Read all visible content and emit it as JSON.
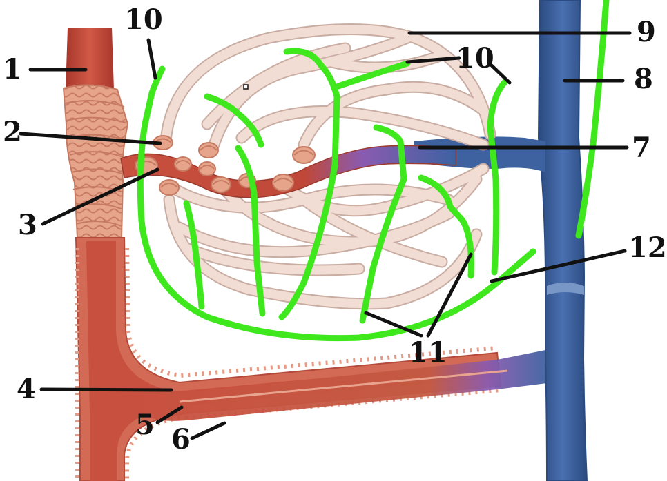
{
  "labels": [
    "1",
    "2",
    "3",
    "4",
    "5",
    "6",
    "7",
    "8",
    "9",
    "10",
    "10",
    "11",
    "12"
  ],
  "colors": {
    "artery": "#c8503f",
    "artery_dark": "#a8362b",
    "artery_light": "#e29a80",
    "smooth_muscle": "#e6a48b",
    "smooth_muscle_dark": "#c77a62",
    "vein": "#3e62a0",
    "vein_dark": "#2a4a80",
    "transition": "#8a5bb0",
    "capillary": "#f1ddd4",
    "capillary_edge": "#c9aca2",
    "lymphatic": "#3ee81c",
    "leader_line": "#111111"
  },
  "icons": [
    "arteriole",
    "metarteriole",
    "precapillary-sphincter",
    "venule",
    "vein",
    "capillary-bed",
    "lymphatic-capillary",
    "thoroughfare-channel"
  ]
}
